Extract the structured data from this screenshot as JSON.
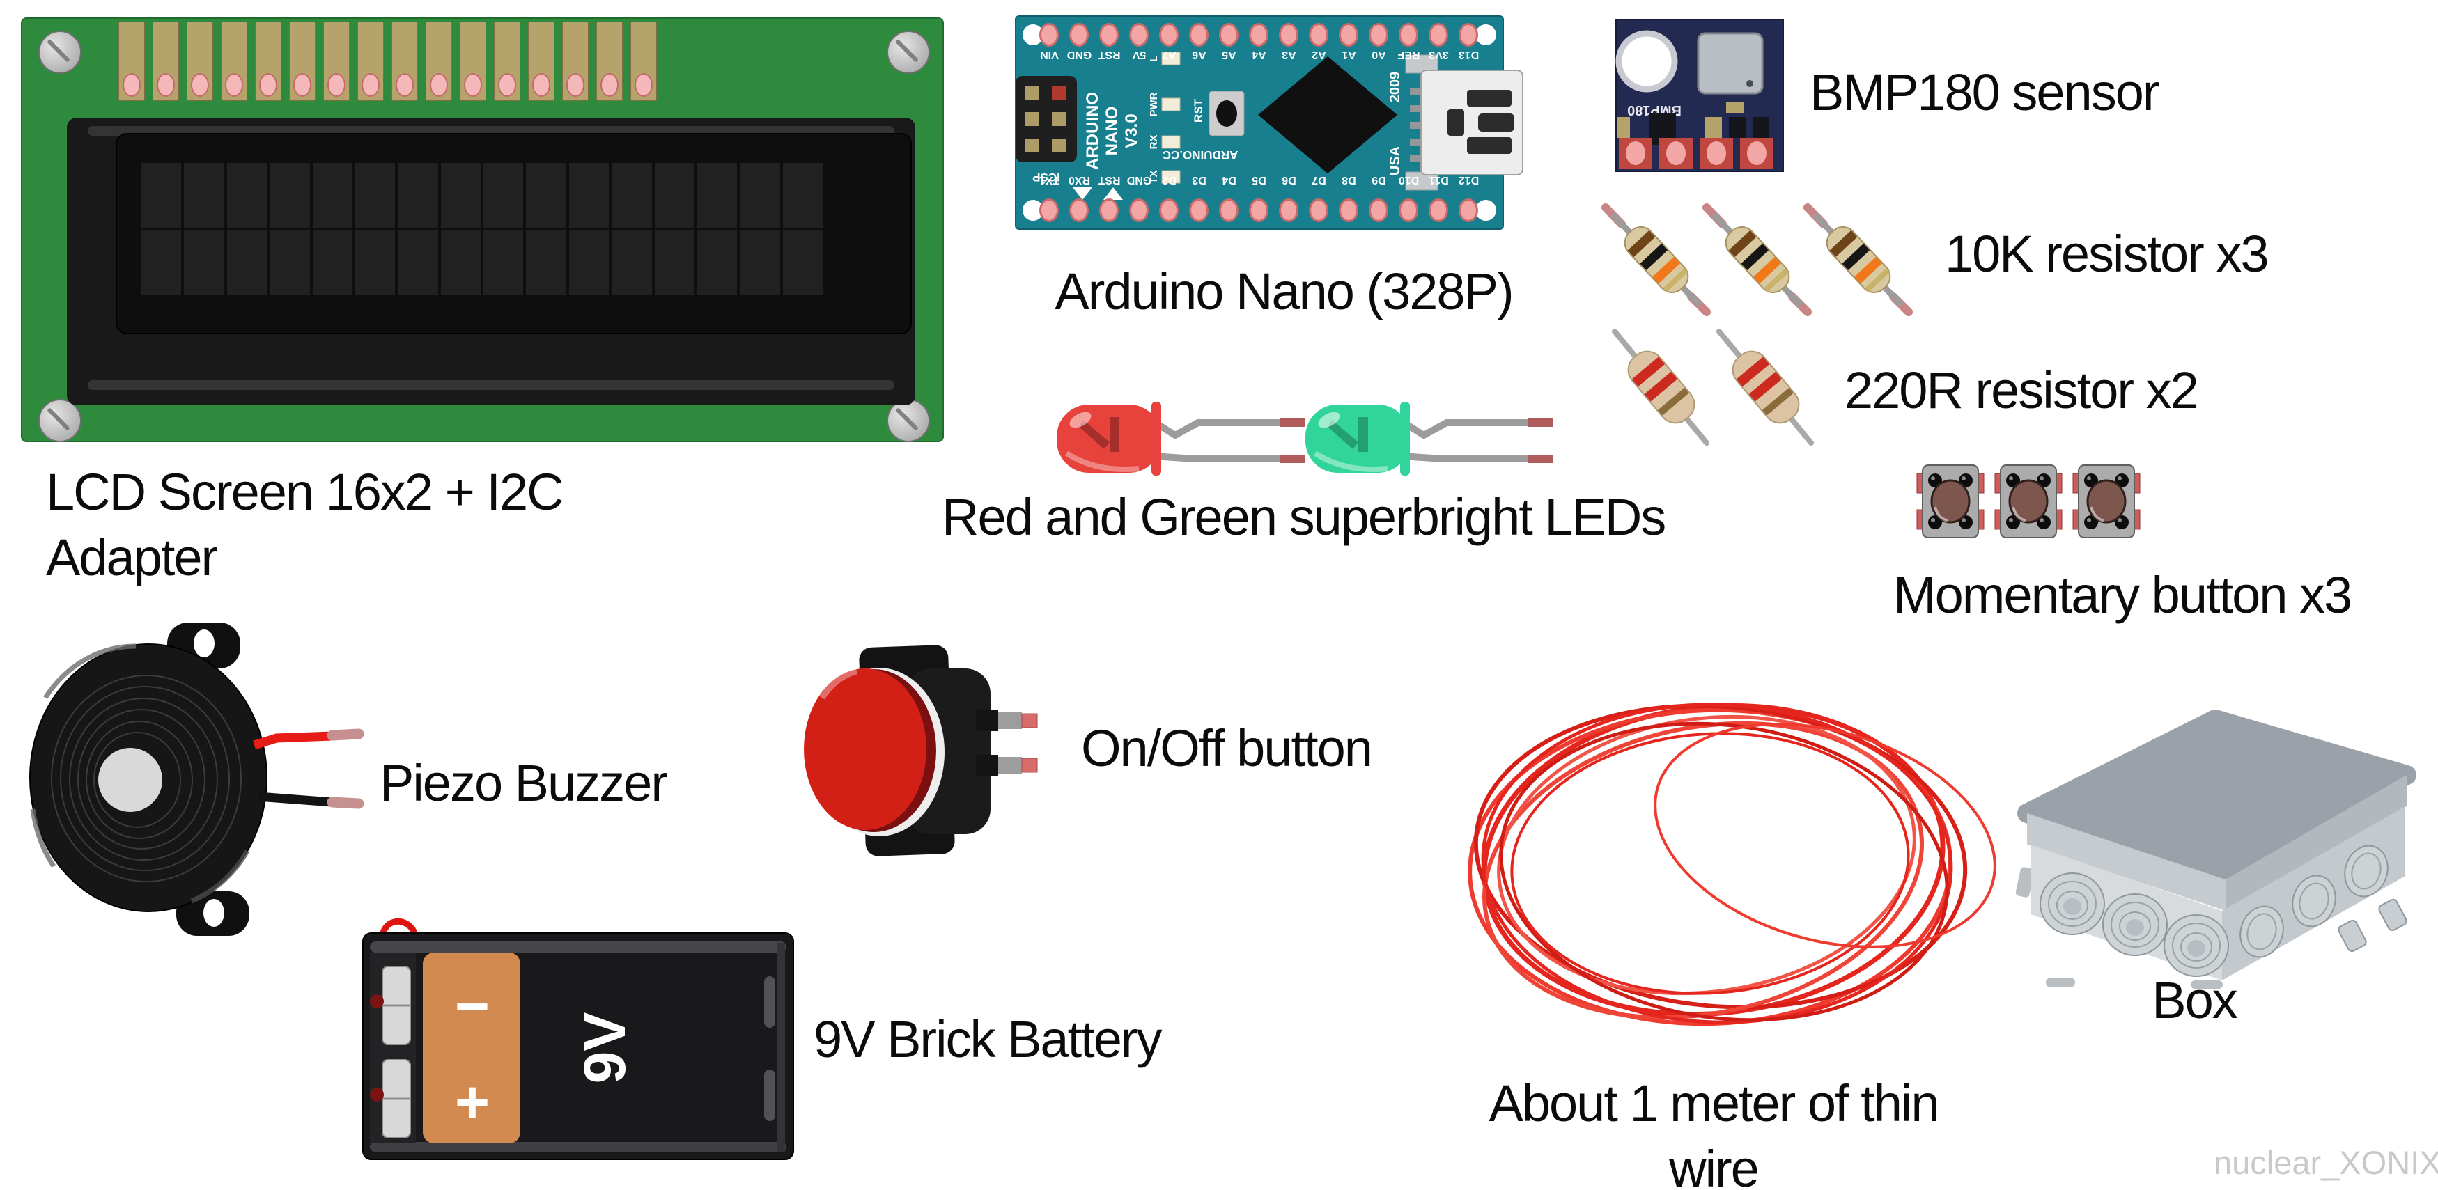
{
  "watermark": "nuclear_XONIX",
  "counts": {
    "lcd_pins": 16,
    "lcd_cells": 32,
    "arduino_pads": 15
  },
  "colors": {
    "led_red": "#e8423c",
    "led_green": "#31d49a",
    "button_red": "#d32017",
    "wire_red": "#e4261f"
  },
  "items": {
    "lcd": {
      "label_line1": "LCD Screen 16x2 + I2C",
      "label_line2": "Adapter"
    },
    "arduino": {
      "label": "Arduino Nano (328P)",
      "brand": "ARDUINO",
      "model": "NANO",
      "version": "V3.0",
      "site": "ARDUINO.CC",
      "year": "2009",
      "country": "USA",
      "rst": "RST",
      "icsp": "ICSP",
      "led_indicators": [
        "L",
        "PWR",
        "RX",
        "TX"
      ],
      "top_pins": [
        "VIN",
        "GND",
        "RST",
        "5V",
        "A7",
        "A6",
        "A5",
        "A4",
        "A3",
        "A2",
        "A1",
        "A0",
        "REF",
        "3V3",
        "D13"
      ],
      "bottom_pins": [
        "TX1",
        "RX0",
        "RST",
        "GND",
        "D2",
        "D3",
        "D4",
        "D5",
        "D6",
        "D7",
        "D8",
        "D9",
        "D10",
        "D11",
        "D12"
      ]
    },
    "bmp180": {
      "label": "BMP180 sensor",
      "board_text": "BMP180"
    },
    "resistor_10k": {
      "label": "10K resistor x3",
      "count": 3
    },
    "resistor_220r": {
      "label": "220R resistor x2",
      "count": 2
    },
    "leds": {
      "label": "Red and Green superbright LEDs"
    },
    "momentary": {
      "label": "Momentary button x3",
      "count": 3
    },
    "buzzer": {
      "label": "Piezo Buzzer"
    },
    "onoff": {
      "label": "On/Off button"
    },
    "battery": {
      "label": "9V Brick Battery",
      "print": "9V",
      "minus": "−",
      "plus": "+"
    },
    "wire": {
      "label_line1": "About 1 meter of thin",
      "label_line2": "wire"
    },
    "box": {
      "label": "Box"
    }
  }
}
